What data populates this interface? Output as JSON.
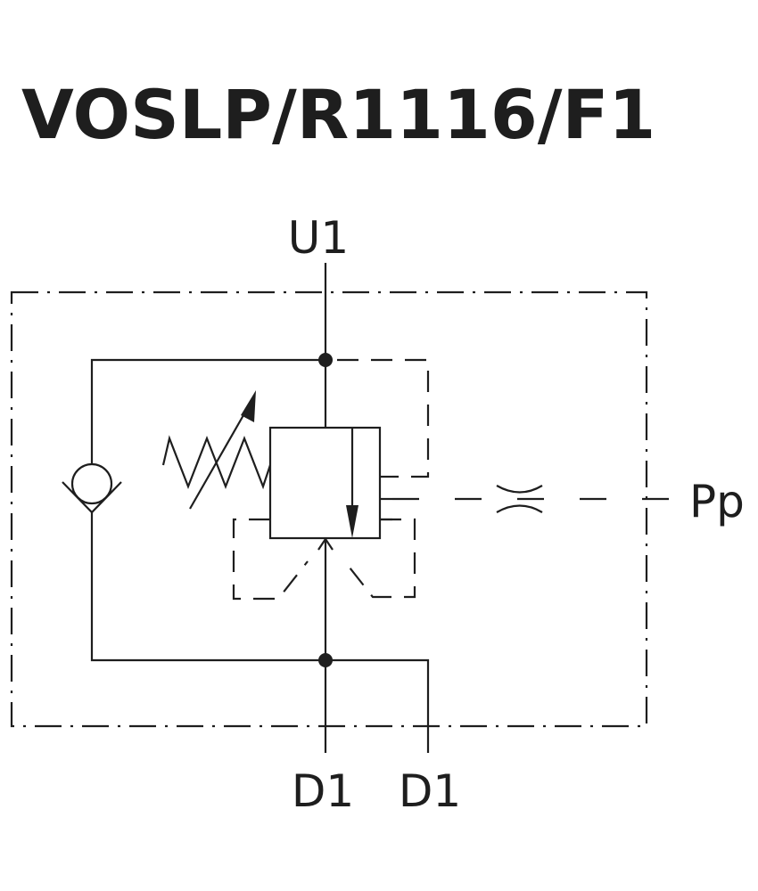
{
  "title": "VOSLP/R1116/F1",
  "ports": {
    "top": "U1",
    "pilot": "Pp",
    "bottom_left": "D1",
    "bottom_right": "D1"
  }
}
